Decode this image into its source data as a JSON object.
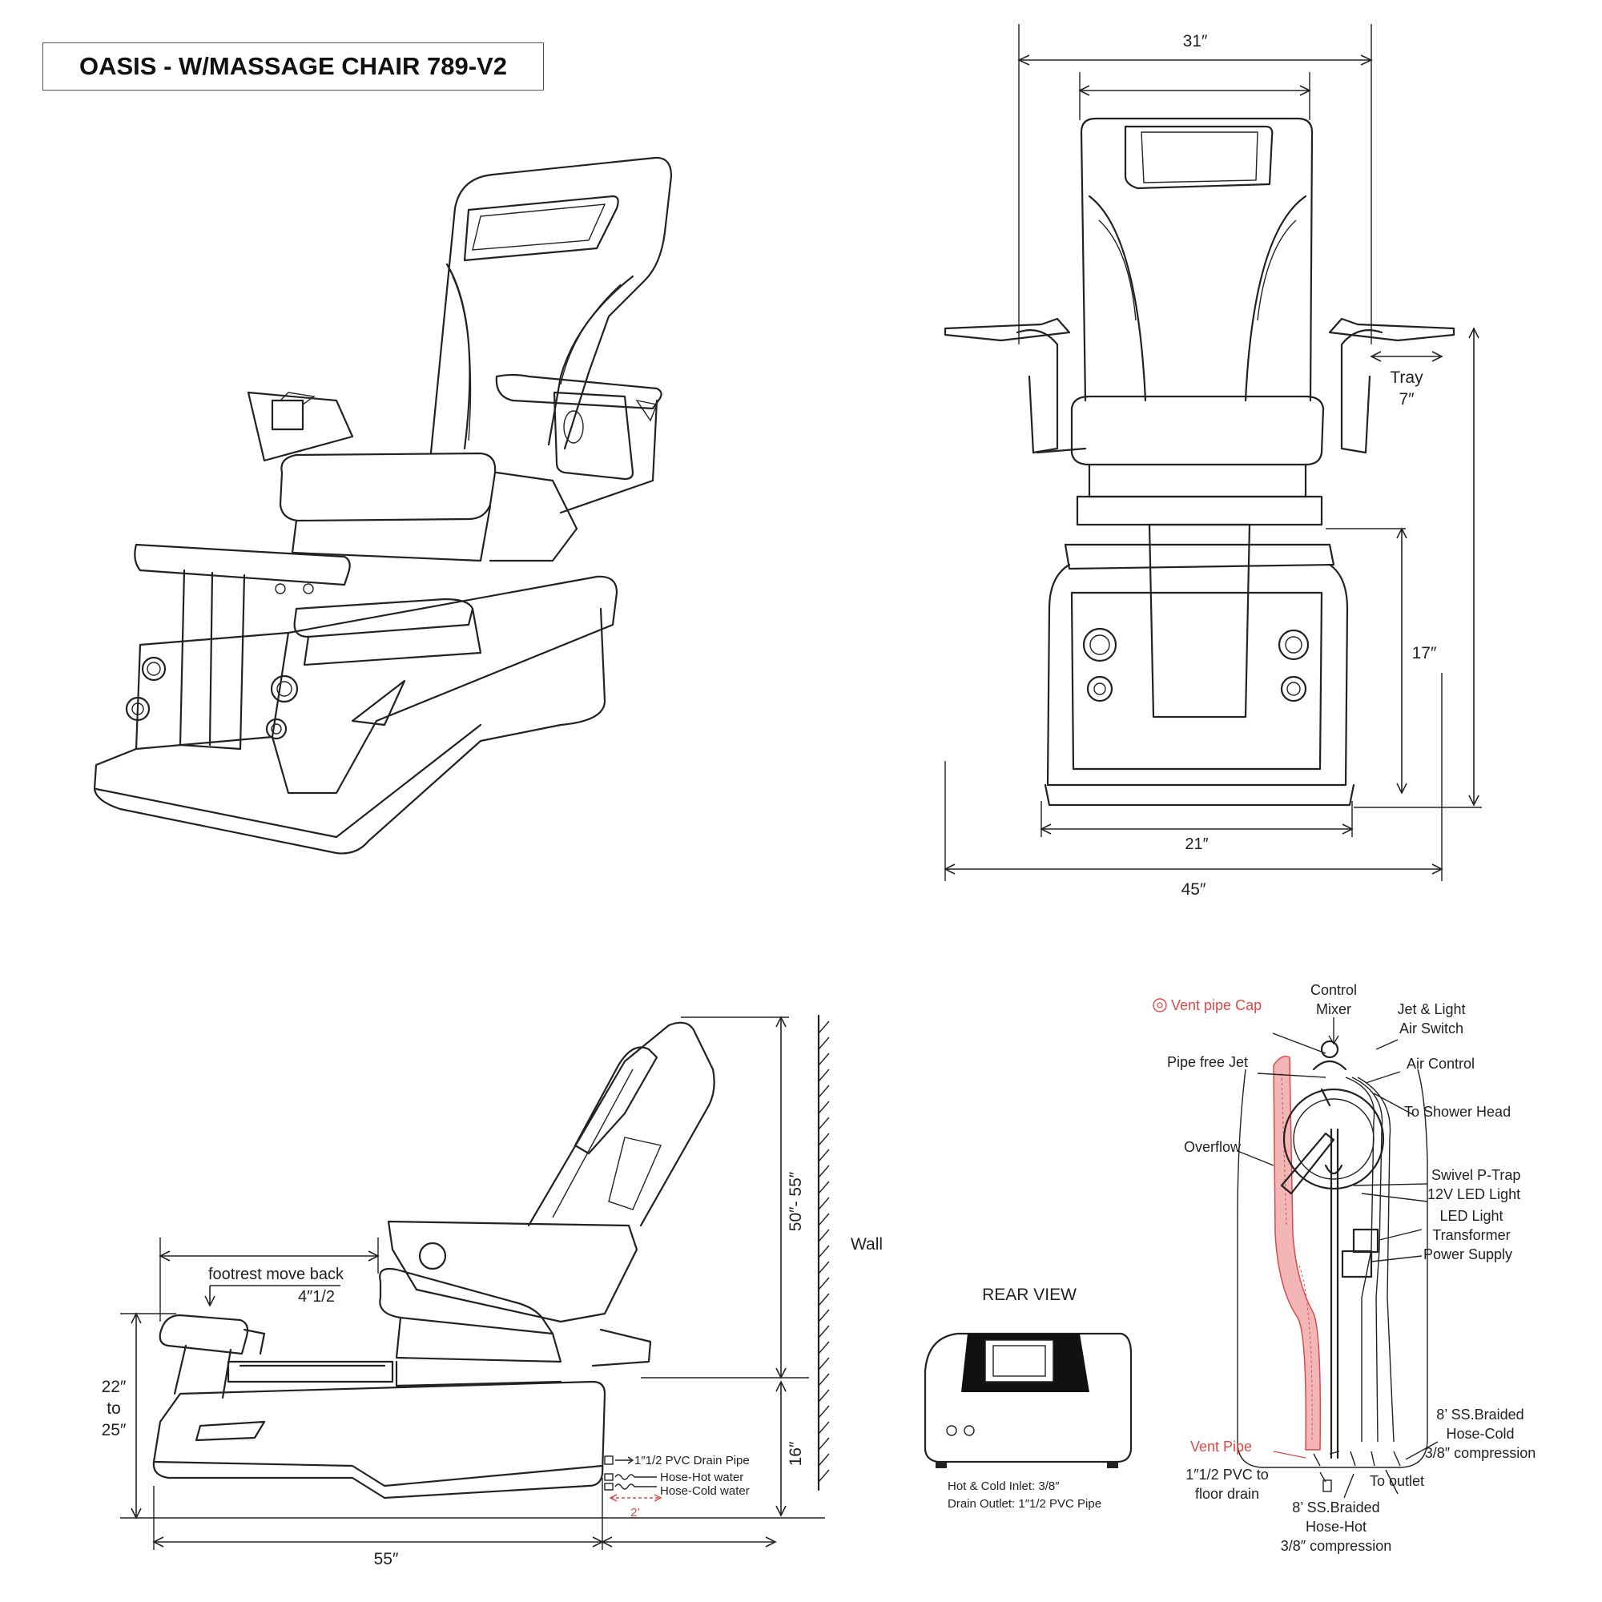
{
  "title": "OASIS - W/MASSAGE CHAIR 789-V2",
  "front_view": {
    "width_chair": "31″",
    "tray_label": "Tray",
    "tray_size": "7″",
    "height_basin": "17″",
    "base_width": "21″",
    "overall_width": "45″"
  },
  "side_view": {
    "footrest_label": "footrest move back",
    "footrest_value": "4″1/2",
    "wall_label": "Wall",
    "height_total": "50″- 55″",
    "height_seat": "16″",
    "footrest_height": [
      "22″",
      "to",
      "25″"
    ],
    "length": "55″",
    "drain_pipe": "1″1/2 PVC Drain Pipe",
    "hose_hot": "Hose-Hot water",
    "hose_cold": "Hose-Cold water",
    "clearance": "2’"
  },
  "rear_view": {
    "title": "REAR VIEW",
    "inlet": "Hot & Cold Inlet: 3/8″",
    "drain": "Drain Outlet: 1″1/2 PVC Pipe"
  },
  "plumbing": {
    "vent_cap": "Vent pipe Cap",
    "control_mixer": [
      "Control",
      "Mixer"
    ],
    "jet_light": [
      "Jet & Light",
      "Air Switch"
    ],
    "pipe_free_jet": "Pipe free Jet",
    "air_control": "Air Control",
    "shower_head": "To Shower Head",
    "overflow": "Overflow",
    "ptrap": "Swivel P-Trap",
    "led": "12V LED Light",
    "transformer": [
      "LED Light",
      "Transformer"
    ],
    "power": "Power Supply",
    "vent_pipe": "Vent Pipe",
    "pvc_drain": [
      "1″1/2 PVC to",
      "floor drain"
    ],
    "to_outlet": "To outlet",
    "hose_cold": [
      "8’ SS.Braided",
      "Hose-Cold",
      "3/8″ compression"
    ],
    "hose_hot": [
      "8’ SS.Braided",
      "Hose-Hot",
      "3/8″ compression"
    ]
  },
  "colors": {
    "ink": "#222222",
    "accent_red": "#d94a4a",
    "vent_pipe_fill": "#f2b6b6"
  }
}
